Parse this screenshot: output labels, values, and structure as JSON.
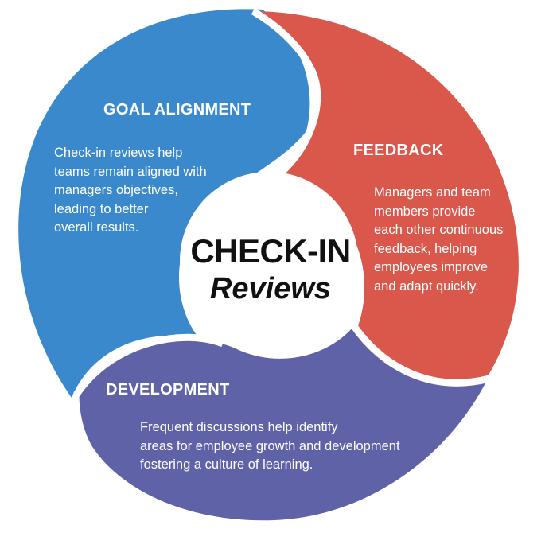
{
  "colors": {
    "goal": "#3a89cc",
    "feedback": "#d9584b",
    "development": "#6062a8",
    "center": "#ffffff",
    "text_dark": "#111111",
    "text_light": "#ffffff"
  },
  "center": {
    "line1": "CHECK-IN",
    "line2": "Reviews"
  },
  "segments": {
    "goal": {
      "heading": "GOAL ALIGNMENT",
      "text": "Check-in reviews help\nteams remain aligned with\nmanagers objectives,\nleading to better\noverall results."
    },
    "feedback": {
      "heading": "FEEDBACK",
      "text": "Managers and team\nmembers provide\neach other continuous\nfeedback, helping\nemployees improve\nand adapt quickly."
    },
    "development": {
      "heading": "DEVELOPMENT",
      "text": "Frequent discussions help identify\nareas for employee growth and development\nfostering a culture of learning."
    }
  }
}
